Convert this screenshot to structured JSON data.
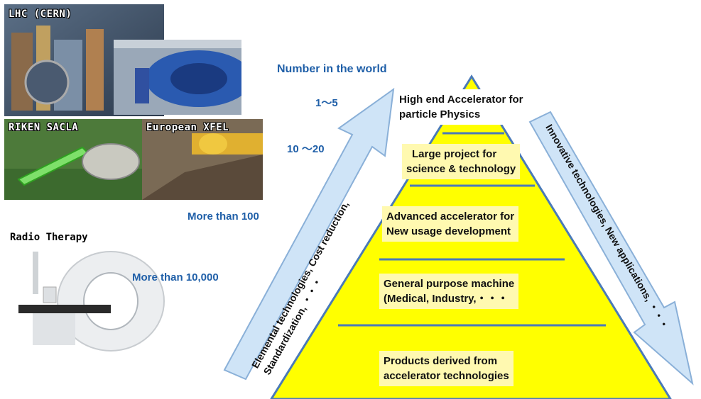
{
  "photos": {
    "lhc_label": "LHC (CERN)",
    "sacla_label": "RIKEN SACLA",
    "xfel_label": "European XFEL",
    "radio_label": "Radio Therapy"
  },
  "header": {
    "number_in_world": "Number in the world"
  },
  "counts": {
    "tier1": "1～5",
    "tier2": "10 ～20",
    "tier3": "More than 100",
    "tier4": "More than 10,000"
  },
  "pyramid": {
    "tier1_line1": "High end Accelerator for",
    "tier1_line2": "particle Physics",
    "tier2_line1": "Large project for",
    "tier2_line2": "science & technology",
    "tier3_line1": "Advanced accelerator for",
    "tier3_line2": "New usage development",
    "tier4_line1": "General purpose machine",
    "tier4_line2": "(Medical, Industry,・・・",
    "tier5_line1": "Products derived from",
    "tier5_line2": "accelerator technologies"
  },
  "arrows": {
    "up_line1": "Elemental technologies, Cost reduction,",
    "up_line2": "Standardization, ・・・",
    "down_line1": "Innovative technologies, New applications, ・・・"
  },
  "colors": {
    "pyramid_fill": "#ffff00",
    "pyramid_line": "#4a7ab8",
    "arrow_fill": "#cfe4f7",
    "count_text": "#1f5fa8"
  }
}
